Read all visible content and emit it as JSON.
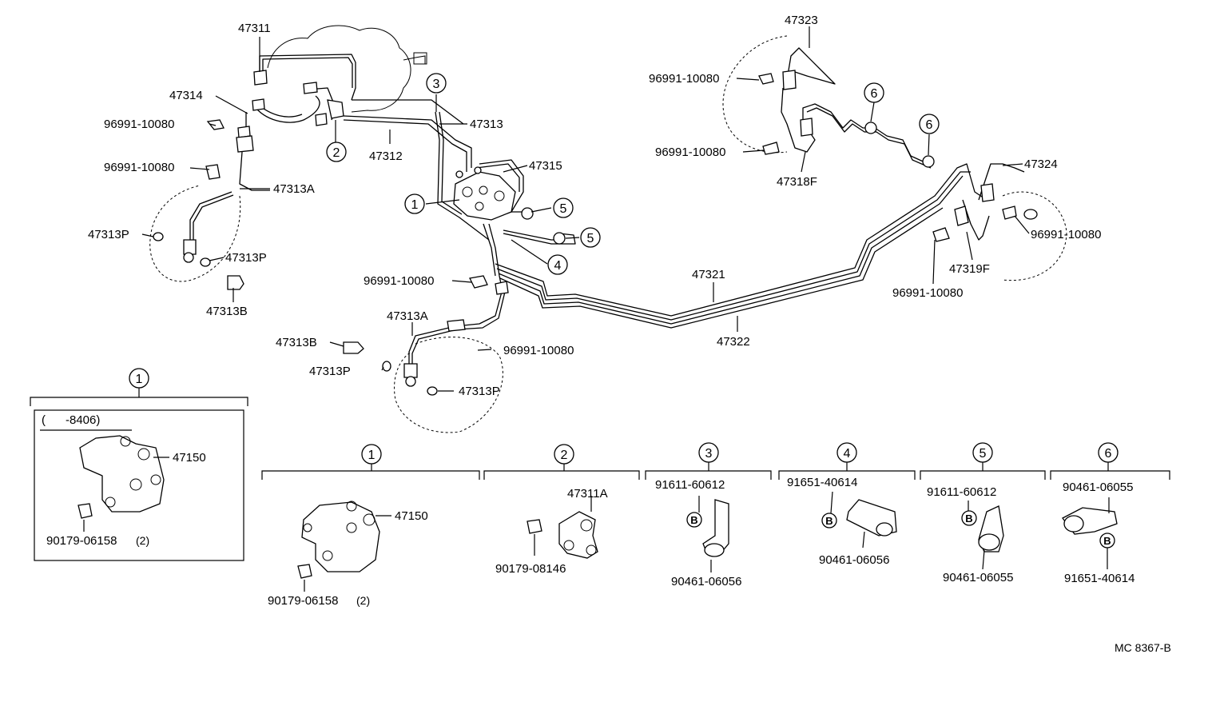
{
  "diagram_code": "MC 8367-B",
  "top_labels": {
    "p47311": "47311",
    "p47314": "47314",
    "p47312": "47312",
    "p47313": "47313",
    "p47315": "47315",
    "clip_a": "96991-10080",
    "clip_b": "96991-10080",
    "p47313A_left": "47313A",
    "p47313P_left1": "47313P",
    "p47313P_left2": "47313P",
    "p47313B_left": "47313B",
    "clip_c": "96991-10080",
    "p47313A_mid": "47313A",
    "p47313B_mid": "47313B",
    "clip_d": "96991-10080",
    "p47313P_mid1": "47313P",
    "p47313P_mid2": "47313P",
    "p47321": "47321",
    "p47322": "47322",
    "p47323": "47323",
    "clip_e": "96991-10080",
    "clip_f": "96991-10080",
    "p47318F": "47318F",
    "p47324": "47324",
    "clip_g": "96991-10080",
    "p47319F": "47319F",
    "clip_h": "96991-10080"
  },
  "callouts": {
    "c1": "1",
    "c2": "2",
    "c3": "3",
    "c4": "4",
    "c5a": "5",
    "c5b": "5",
    "c6a": "6",
    "c6b": "6"
  },
  "detail_old": {
    "number": "1",
    "range": "(      -8406)",
    "valve": "47150",
    "plug": "90179-06158",
    "plug_qty": "(2)"
  },
  "details": [
    {
      "number": "1",
      "valve": "47150",
      "plug": "90179-06158",
      "plug_qty": "(2)"
    },
    {
      "number": "2",
      "tee": "47311A",
      "plug": "90179-08146"
    },
    {
      "number": "3",
      "bolt": "91611-60612",
      "clamp": "90461-06056",
      "bolt_mark": "B"
    },
    {
      "number": "4",
      "bolt": "91651-40614",
      "clamp": "90461-06056",
      "bolt_mark": "B"
    },
    {
      "number": "5",
      "bolt": "91611-60612",
      "clamp": "90461-06055",
      "bolt_mark": "B"
    },
    {
      "number": "6",
      "clamp": "90461-06055",
      "bolt": "91651-40614",
      "bolt_mark": "B"
    }
  ]
}
